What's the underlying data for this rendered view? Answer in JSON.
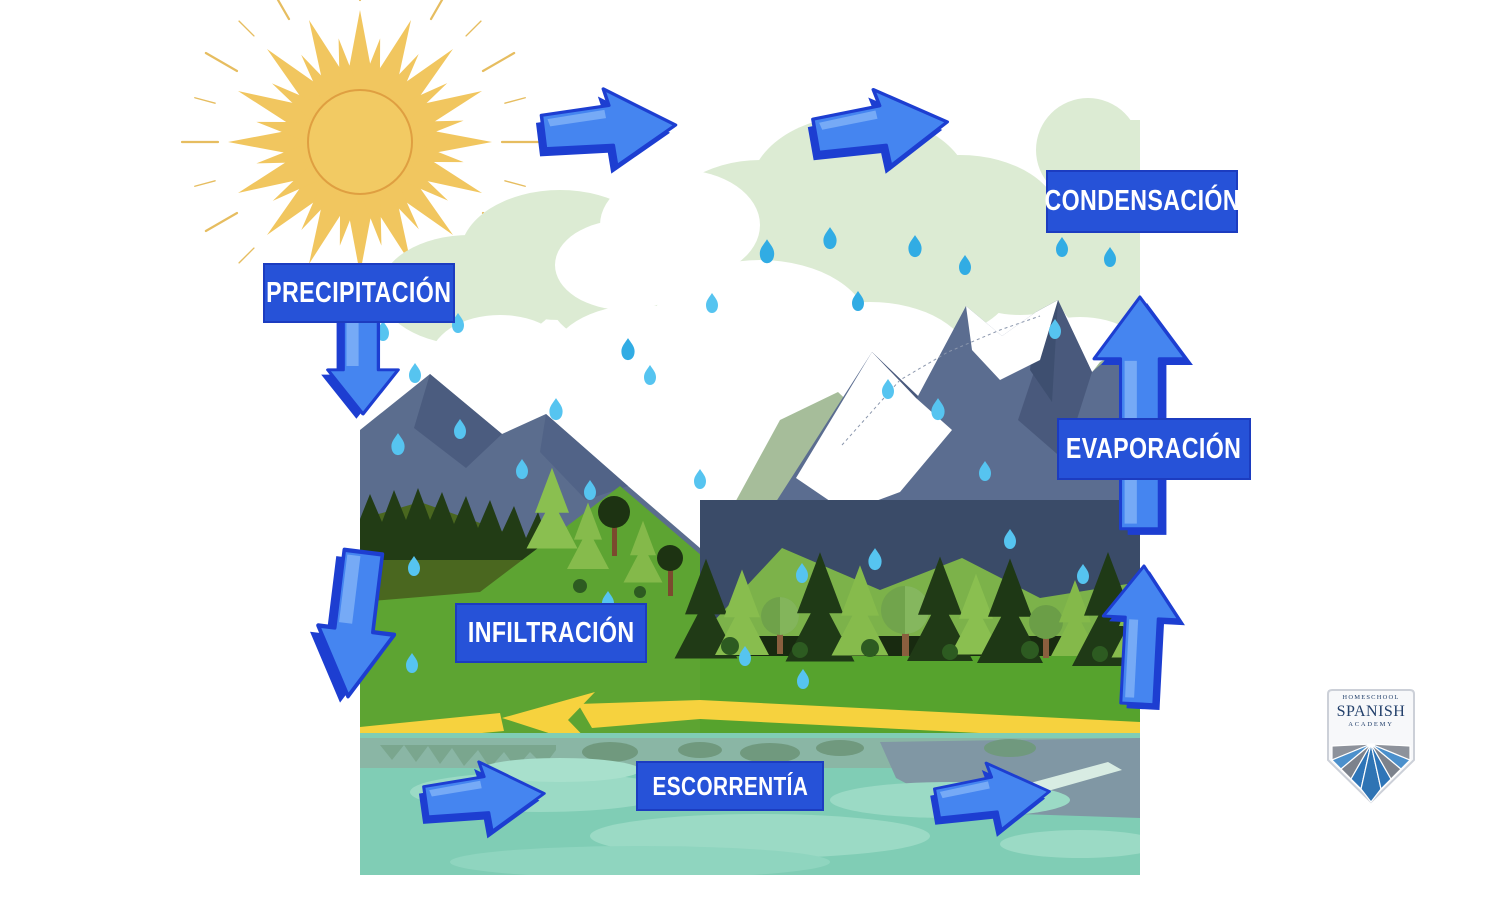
{
  "diagram": {
    "labels": {
      "precipitacion": "PRECIPITACIÓN",
      "condensacion": "CONDENSACIÓN",
      "evaporacion": "EVAPORACIÓN",
      "infiltracion": "INFILTRACIÓN",
      "escorrentia": "ESCORRENTÍA"
    }
  },
  "logo": {
    "line1": "HOMESCHOOL",
    "line2": "SPANISH",
    "line3": "ACADEMY"
  },
  "icons": {
    "sun-icon": "☀",
    "arrow-right-icon": "→",
    "arrow-down-icon": "↓",
    "arrow-up-icon": "↑",
    "raindrop-icon": "💧"
  },
  "colors": {
    "label_bg": "#2652d8",
    "label_border": "#1c3cc0",
    "label_text": "#ffffff",
    "arrow_face": "#4585f0",
    "arrow_face_light": "#76aaf6",
    "arrow_dark": "#1d3ed1",
    "sun_yellow": "#f1c65f",
    "sun_outline": "#df9f41",
    "cloud_green": "#dcebd3",
    "water_teal": "#80cdb5",
    "grass_green": "#5da432",
    "shore_yellow": "#f6d23e",
    "drop_blue": "#56c4f0",
    "logo_navy": "#23406b",
    "logo_blue": "#2e75b8",
    "logo_gray": "#7c828c"
  }
}
